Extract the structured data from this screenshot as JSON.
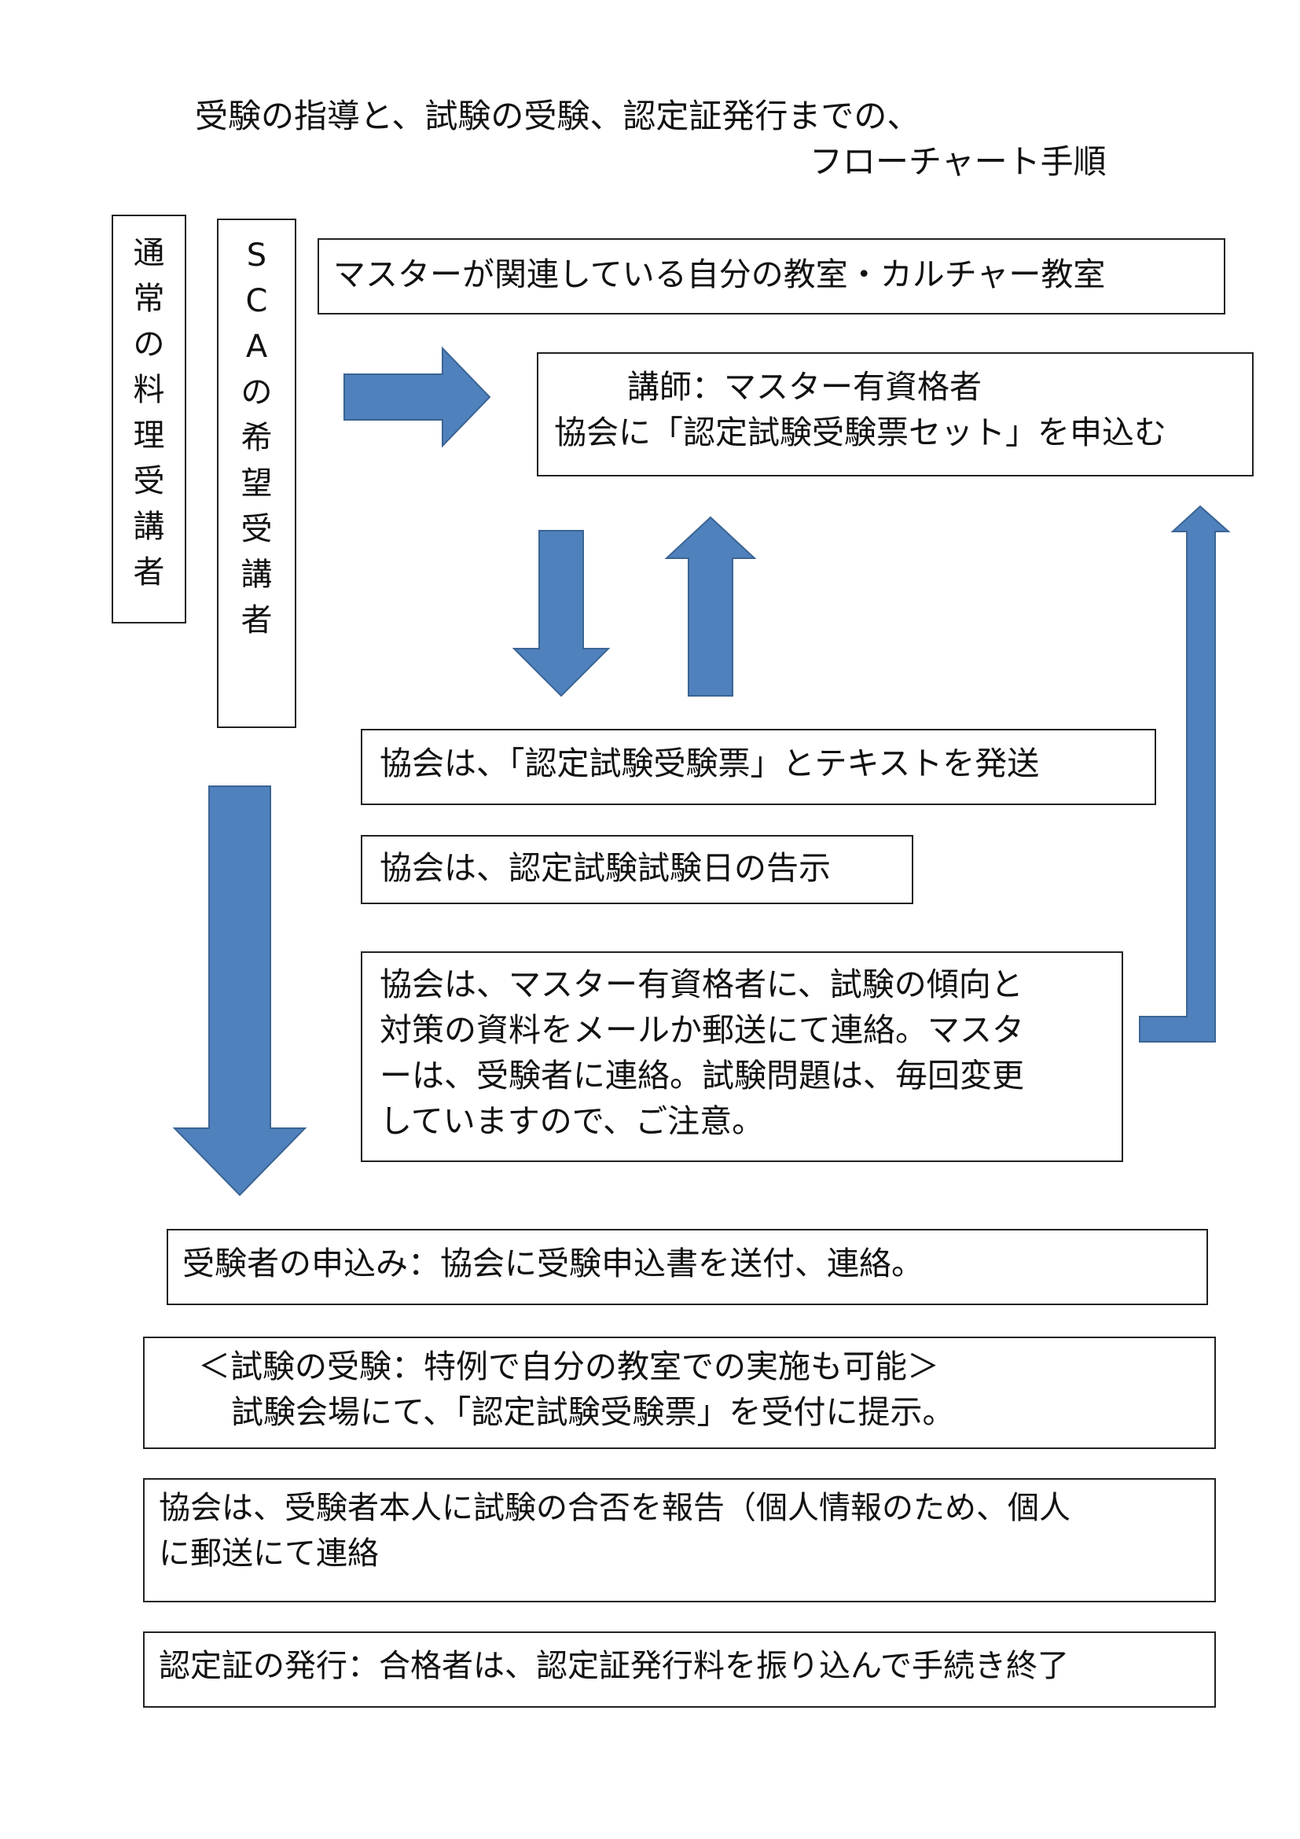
{
  "title": {
    "line1": "受験の指導と、試験の受験、認定証発行までの、",
    "line2": "フローチャート手順"
  },
  "sidebars": {
    "regular": [
      "通",
      "常",
      "の",
      "料",
      "理",
      "受",
      "講",
      "者"
    ],
    "sca": [
      "S",
      "C",
      "A",
      "の",
      "希",
      "望",
      "受",
      "講",
      "者"
    ]
  },
  "boxes": {
    "classroom": "マスターが関連している自分の教室・カルチャー教室",
    "instructor_l1": "講師：マスター有資格者",
    "instructor_l2": "協会に「認定試験受験票セット」を申込む",
    "send": "協会は、「認定試験受験票」とテキストを発送",
    "date": "協会は、認定試験試験日の告示",
    "notice_l1": "協会は、マスター有資格者に、試験の傾向と",
    "notice_l2": "対策の資料をメールか郵送にて連絡。マスタ",
    "notice_l3": "ーは、受験者に連絡。試験問題は、毎回変更",
    "notice_l4": "していますので、ご注意。",
    "apply": "受験者の申込み：協会に受験申込書を送付、連絡。",
    "exam_l1": "＜試験の受験：特例で自分の教室での実施も可能＞",
    "exam_l2": "試験会場にて、「認定試験受験票」を受付に提示。",
    "result_l1": "協会は、受験者本人に試験の合否を報告（個人情報のため、個人",
    "result_l2": "に郵送にて連絡",
    "cert": "認定証の発行：合格者は、認定証発行料を振り込んで手続き終了"
  },
  "colors": {
    "arrow_fill": "#4f81bd",
    "arrow_stroke": "#3b6493",
    "border": "#222222"
  }
}
